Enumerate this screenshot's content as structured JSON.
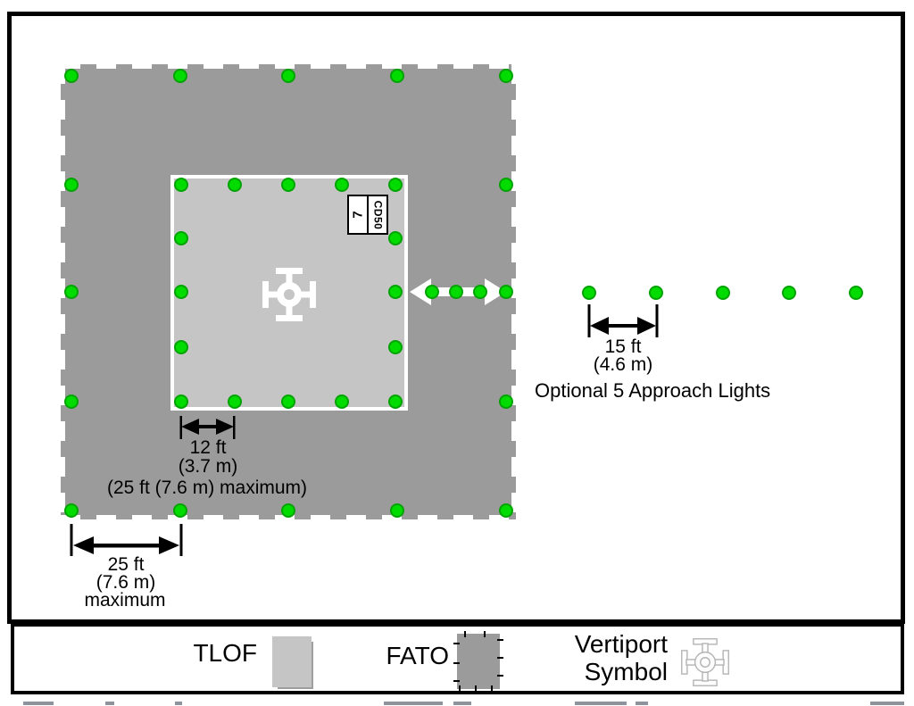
{
  "colors": {
    "fato_gray": "#9B9B9B",
    "tlof_gray": "#C5C5C5",
    "light_green": "#00DC00",
    "light_green_edge": "#00A300"
  },
  "marking_box": {
    "weight": "7",
    "dimension": "CD50"
  },
  "dimensions": {
    "tlof_spacing": {
      "line1": "12 ft",
      "line2": "(3.7 m)",
      "line3": "(25 ft (7.6 m) maximum)"
    },
    "fato_spacing": {
      "line1": "25 ft",
      "line2": "(7.6 m)",
      "line3": "maximum"
    },
    "approach_spacing": {
      "line1": "15 ft",
      "line2": "(4.6 m)"
    }
  },
  "annotations": {
    "approach_note": "Optional 5 Approach Lights"
  },
  "legend": {
    "tlof_label": "TLOF",
    "fato_label": "FATO",
    "vertiport_label_line1": "Vertiport",
    "vertiport_label_line2": "Symbol"
  },
  "lights": {
    "fato_perimeter": [
      [
        80,
        85
      ],
      [
        202,
        85
      ],
      [
        323,
        85
      ],
      [
        445,
        85
      ],
      [
        567,
        85
      ],
      [
        80,
        207
      ],
      [
        567,
        207
      ],
      [
        80,
        327
      ],
      [
        567,
        327
      ],
      [
        80,
        450
      ],
      [
        567,
        450
      ],
      [
        80,
        572
      ],
      [
        202,
        572
      ],
      [
        323,
        572
      ],
      [
        445,
        572
      ],
      [
        567,
        572
      ]
    ],
    "tlof_perimeter": [
      [
        203,
        207
      ],
      [
        263,
        207
      ],
      [
        323,
        207
      ],
      [
        383,
        207
      ],
      [
        443,
        207
      ],
      [
        203,
        267
      ],
      [
        443,
        267
      ],
      [
        203,
        327
      ],
      [
        443,
        327
      ],
      [
        203,
        389
      ],
      [
        443,
        389
      ],
      [
        203,
        450
      ],
      [
        263,
        450
      ],
      [
        323,
        450
      ],
      [
        383,
        450
      ],
      [
        443,
        450
      ]
    ],
    "transition": [
      [
        484,
        327
      ],
      [
        511,
        327
      ],
      [
        538,
        327
      ]
    ],
    "approach": [
      [
        660,
        328
      ],
      [
        735,
        328
      ],
      [
        810,
        328
      ],
      [
        884,
        328
      ],
      [
        959,
        328
      ]
    ]
  }
}
